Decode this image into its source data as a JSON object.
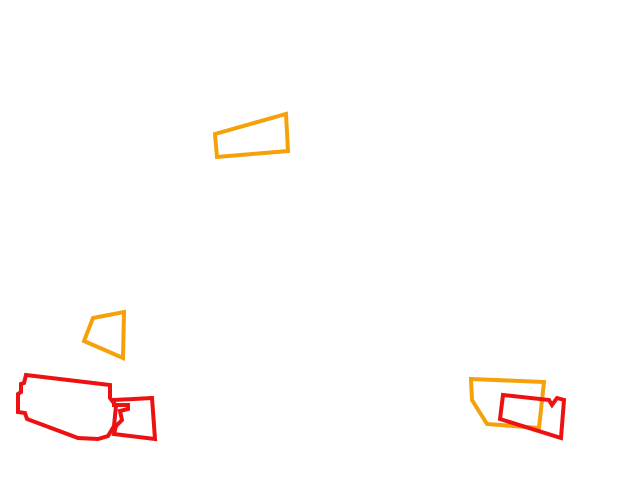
{
  "colors": {
    "background": "#ffffff",
    "orange": "#f5a10a",
    "red": "#ee1111"
  },
  "shapes": [
    {
      "name": "orange-quad-top",
      "color": "orange"
    },
    {
      "name": "orange-quad-left",
      "color": "orange"
    },
    {
      "name": "red-outline-bottom-left-large",
      "color": "red"
    },
    {
      "name": "red-outline-bottom-left-small",
      "color": "red"
    },
    {
      "name": "orange-outline-bottom-right",
      "color": "orange"
    },
    {
      "name": "red-outline-bottom-right",
      "color": "red"
    }
  ]
}
